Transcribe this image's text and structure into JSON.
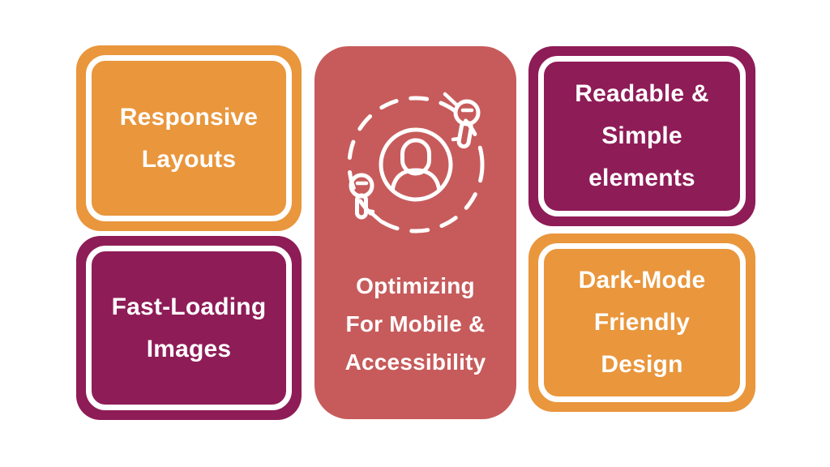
{
  "colors": {
    "background": "#ffffff",
    "orange": "#E9963C",
    "maroon": "#8E1C57",
    "salmon": "#C75B5B",
    "text": "#ffffff"
  },
  "cards": {
    "top_left": {
      "lines": [
        "Responsive",
        "Layouts"
      ]
    },
    "bottom_left": {
      "lines": [
        "Fast-Loading",
        "Images"
      ]
    },
    "top_right": {
      "lines": [
        "Readable &",
        "Simple",
        "elements"
      ]
    },
    "bottom_right": {
      "lines": [
        "Dark-Mode",
        "Friendly",
        "Design"
      ]
    }
  },
  "center": {
    "icon": "person-with-keys",
    "lines": [
      "Optimizing",
      "For Mobile &",
      "Accessibility"
    ]
  }
}
